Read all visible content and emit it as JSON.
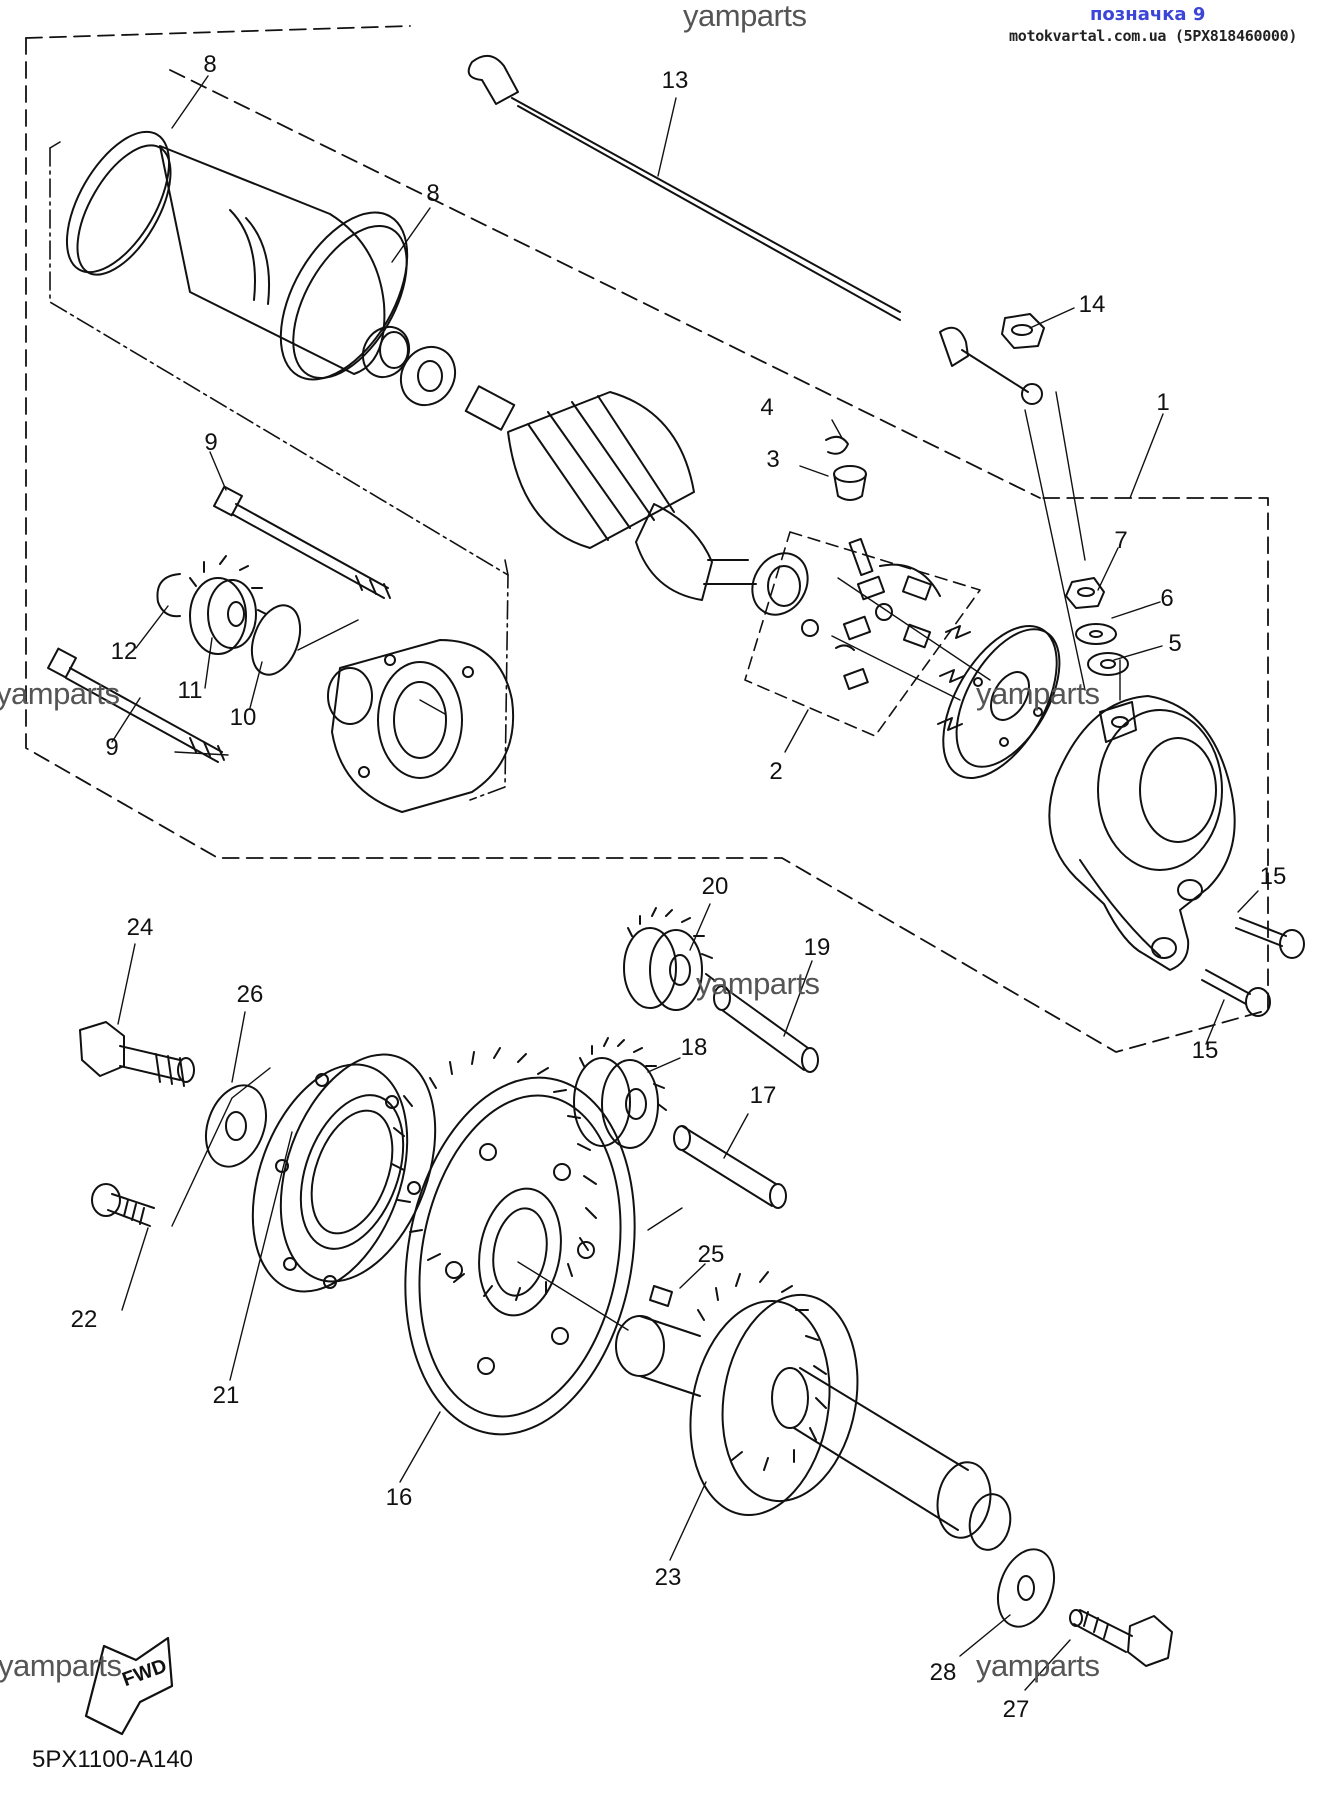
{
  "header": {
    "label": "позначка 9",
    "source": "motokvartal.com.ua (5PX818460000)"
  },
  "watermark": "yamparts",
  "diagram_code": "5PX1100-A140",
  "fwd_label": "FWD",
  "callouts": [
    "1",
    "2",
    "3",
    "4",
    "5",
    "6",
    "7",
    "8",
    "8",
    "9",
    "9",
    "10",
    "11",
    "12",
    "13",
    "14",
    "15",
    "15",
    "16",
    "17",
    "18",
    "19",
    "20",
    "21",
    "22",
    "23",
    "24",
    "25",
    "26",
    "27",
    "28"
  ],
  "colors": {
    "line": "#111111",
    "header_blue": "#3b45d8"
  }
}
